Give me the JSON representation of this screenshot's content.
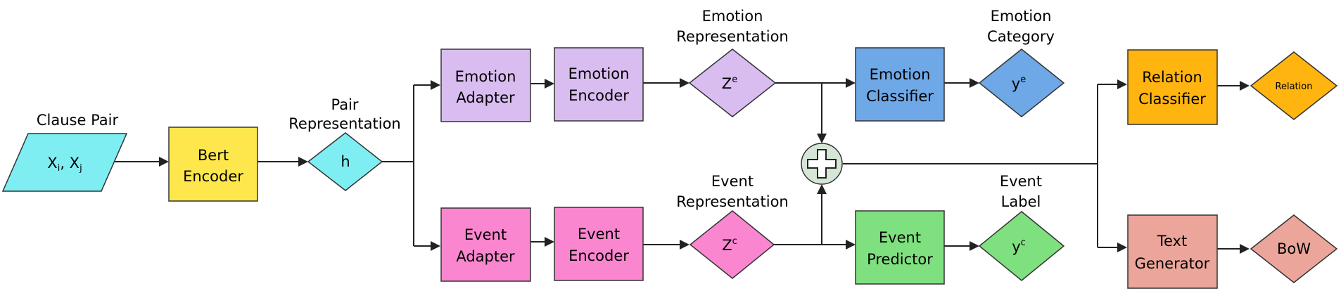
{
  "labels": {
    "clause_pair": "Clause Pair",
    "pair_rep_1": "Pair",
    "pair_rep_2": "Representation",
    "emotion_rep_1": "Emotion",
    "emotion_rep_2": "Representation",
    "emotion_cat_1": "Emotion",
    "emotion_cat_2": "Category",
    "event_rep_1": "Event",
    "event_rep_2": "Representation",
    "event_label_1": "Event",
    "event_label_2": "Label"
  },
  "nodes": {
    "input": {
      "main": "X",
      "sub_i": "i",
      "sep": ", X",
      "sub_j": "j",
      "color": "#7eeef2"
    },
    "bert": {
      "line1": "Bert",
      "line2": "Encoder",
      "color": "#fde74c"
    },
    "h": {
      "text": "h",
      "color": "#7eeef2"
    },
    "emotion_adapter": {
      "line1": "Emotion",
      "line2": "Adapter",
      "color": "#d9bdf0"
    },
    "emotion_encoder": {
      "line1": "Emotion",
      "line2": "Encoder",
      "color": "#d9bdf0"
    },
    "ze": {
      "main": "Z",
      "sup": "e",
      "color": "#d9bdf0"
    },
    "emotion_classifier": {
      "line1": "Emotion",
      "line2": "Classifier",
      "color": "#6fa8e6"
    },
    "ye": {
      "main": "y",
      "sup": "e",
      "color": "#6fa8e6"
    },
    "event_adapter": {
      "line1": "Event",
      "line2": "Adapter",
      "color": "#fb86d0"
    },
    "event_encoder": {
      "line1": "Event",
      "line2": "Encoder",
      "color": "#fb86d0"
    },
    "zc": {
      "main": "Z",
      "sup": "c",
      "color": "#fb86d0"
    },
    "event_predictor": {
      "line1": "Event",
      "line2": "Predictor",
      "color": "#7fe07f"
    },
    "yc": {
      "main": "y",
      "sup": "c",
      "color": "#7fe07f"
    },
    "plus": {
      "symbol": "+",
      "color": "#d6e6d6"
    },
    "relation_classifier": {
      "line1": "Relation",
      "line2": "Classifier",
      "color": "#ffb40f"
    },
    "relation": {
      "text": "Relation",
      "color": "#ffb40f"
    },
    "text_generator": {
      "line1": "Text",
      "line2": "Generator",
      "color": "#eba59a"
    },
    "bow": {
      "text": "BoW",
      "color": "#eba59a"
    }
  }
}
